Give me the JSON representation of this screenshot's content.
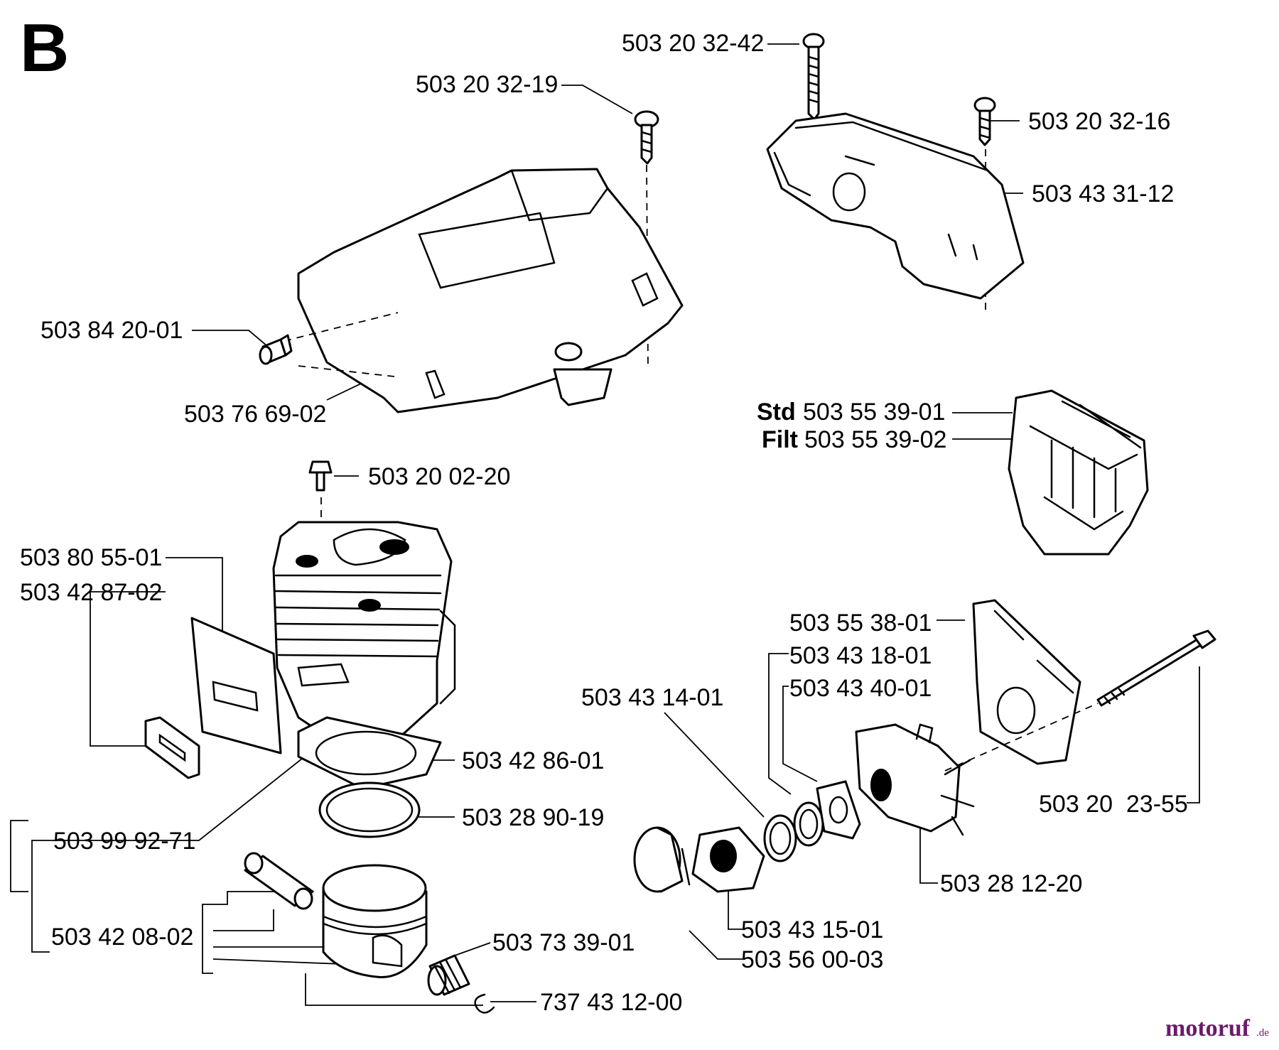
{
  "section_letter": "B",
  "labels": {
    "p1": "503 20 32-42",
    "p2": "503 20 32-19",
    "p3": "503 20 32-16",
    "p4": "503 43 31-12",
    "p5": "503 84 20-01",
    "p6": "503 76 69-02",
    "p7_prefix": "Std",
    "p7": "503 55 39-01",
    "p8_prefix": "Filt",
    "p8": "503 55 39-02",
    "p9": "503 20 02-20",
    "p10": "503 80 55-01",
    "p11": "503 42 87-02",
    "p12": "503 55 38-01",
    "p13": "503 43 18-01",
    "p14": "503 43 40-01",
    "p15": "503 43 14-01",
    "p16": "503 42 86-01",
    "p17": "503 20  23-55",
    "p18": "503 28 90-19",
    "p19": "503 99 92-71",
    "p20": "503 28 12-20",
    "p21": "503 43 15-01",
    "p22": "503 42 08-02",
    "p23": "503 73 39-01",
    "p24": "503 56 00-03",
    "p25": "737 43 12-00"
  },
  "watermark": {
    "brand": "motoruf",
    "tld": ".de",
    "color": "#6a1b6a"
  }
}
